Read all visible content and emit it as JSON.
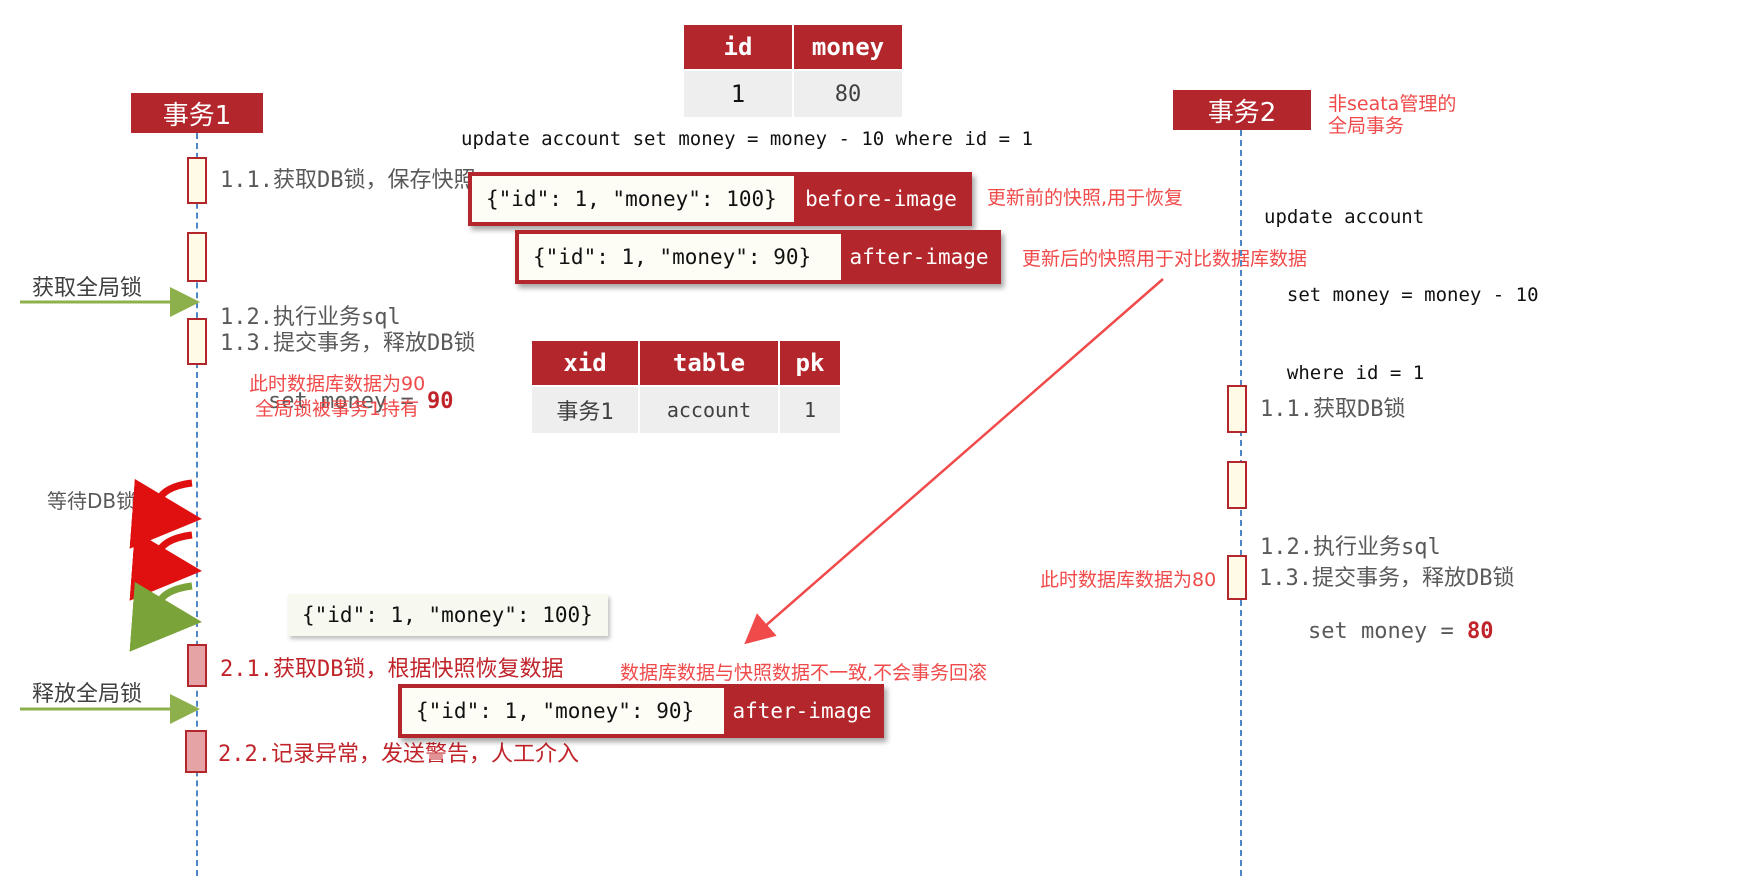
{
  "top_table": {
    "headers": [
      "id",
      "money"
    ],
    "rows": [
      [
        "1",
        "80"
      ]
    ]
  },
  "update_sql": "update account set money = money - 10 where id = 1",
  "tx1": {
    "title": "事务1",
    "steps": {
      "s11": "1.1.获取DB锁，保存快照",
      "s12_line1": "1.2.执行业务sql",
      "s12_line2": "set money = ",
      "s12_value": "90",
      "s13": "1.3.提交事务，释放DB锁",
      "s21": "2.1.获取DB锁，根据快照恢复数据",
      "s22": "2.2.记录异常，发送警告，人工介入"
    },
    "note_line1": "此时数据库数据为90",
    "note_line2": "全局锁被事务1持有"
  },
  "left_labels": {
    "acquire_global": "获取全局锁",
    "wait_db": "等待DB锁",
    "release_global": "释放全局锁"
  },
  "before_image": {
    "json": "{\"id\": 1, \"money\": 100}",
    "label": "before-image",
    "note": "更新前的快照,用于恢复"
  },
  "after_image": {
    "json": "{\"id\": 1, \"money\": 90}",
    "label": "after-image",
    "note": "更新后的快照用于对比数据库数据"
  },
  "lock_table": {
    "headers": [
      "xid",
      "table",
      "pk"
    ],
    "rows": [
      [
        "事务1",
        "account",
        "1"
      ]
    ]
  },
  "tx2": {
    "title": "事务2",
    "note_line1": "非seata管理的",
    "note_line2": "全局事务",
    "sql_lines": [
      "update account",
      "  set money = money - 10",
      "  where id = 1"
    ],
    "steps": {
      "s11": "1.1.获取DB锁",
      "s12_line1": "1.2.执行业务sql",
      "s12_line2": "set money = ",
      "s12_value": "80",
      "s13": "1.3.提交事务，释放DB锁"
    },
    "note_db80": "此时数据库数据为80"
  },
  "restore_json": "{\"id\": 1, \"money\": 100}",
  "compare_note": "数据库数据与快照数据不一致,不会事务回滚",
  "bottom_after_image": {
    "json": "{\"id\": 1, \"money\": 90}",
    "label": "after-image"
  },
  "colors": {
    "header_red": "#b3262c",
    "note_red": "#f04a4a",
    "lifeline_blue": "#4f86c6",
    "arrow_green": "#8db04c"
  }
}
